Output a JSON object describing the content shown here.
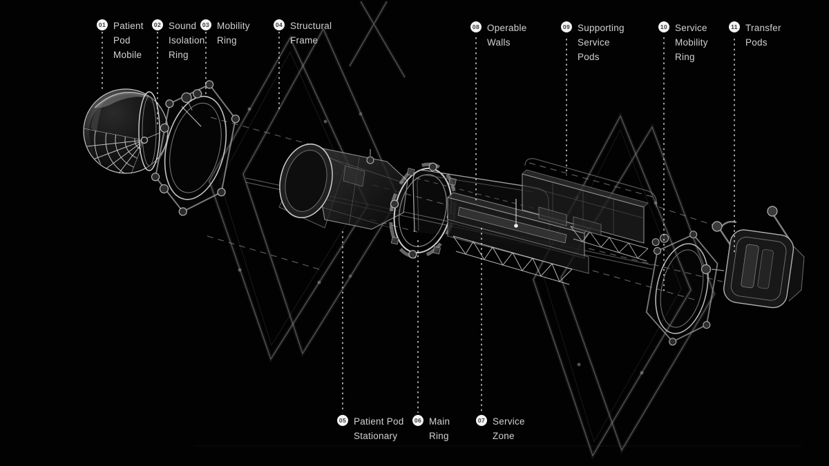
{
  "figure": {
    "background": "#020202",
    "badge_bg": "#f4f4f4",
    "badge_text_color": "#3a3a3a",
    "label_color": "#d2d2d2",
    "line_color": "#dcdcdc"
  },
  "callouts": {
    "top": [
      {
        "number": "01",
        "label": "Patient\nPod\nMobile"
      },
      {
        "number": "02",
        "label": "Sound\nIsolation\nRing"
      },
      {
        "number": "03",
        "label": "Mobility\nRing"
      },
      {
        "number": "04",
        "label": "Structural\nFrame"
      },
      {
        "number": "08",
        "label": "Operable\nWalls"
      },
      {
        "number": "09",
        "label": "Supporting\nService\nPods"
      },
      {
        "number": "10",
        "label": "Service\nMobility\nRing"
      },
      {
        "number": "11",
        "label": "Transfer\nPods"
      }
    ],
    "bottom": [
      {
        "number": "05",
        "label": "Patient Pod\nStationary"
      },
      {
        "number": "06",
        "label": "Main\nRing"
      },
      {
        "number": "07",
        "label": "Service\nZone"
      }
    ]
  }
}
